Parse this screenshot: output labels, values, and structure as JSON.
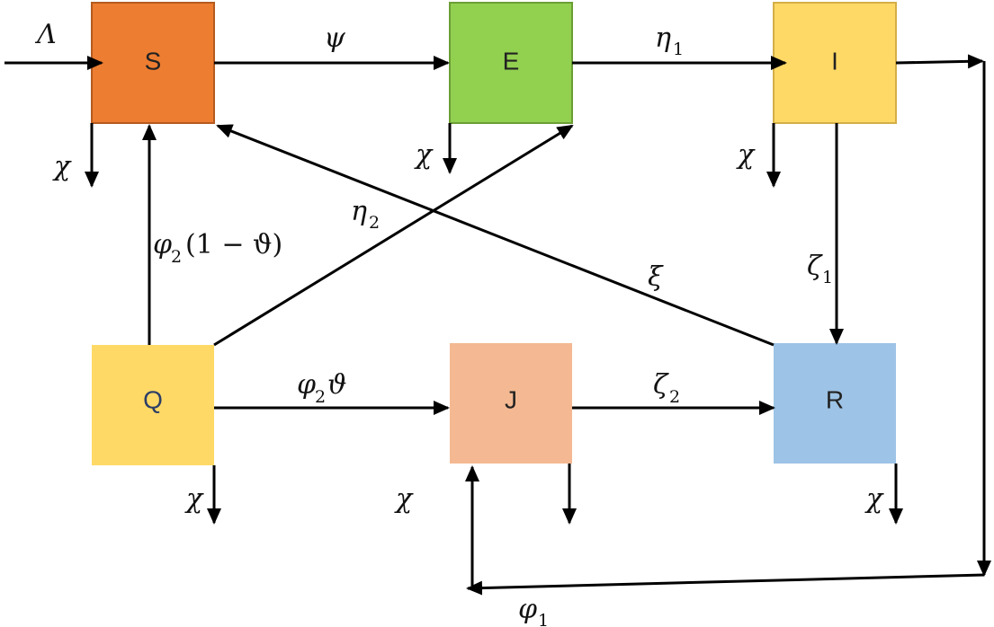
{
  "nodes": {
    "S": {
      "label": "S",
      "color": "#ED7D31"
    },
    "E": {
      "label": "E",
      "color": "#92D050"
    },
    "I": {
      "label": "I",
      "color": "#FFD966"
    },
    "Q": {
      "label": "Q",
      "color": "#FFD966"
    },
    "J": {
      "label": "J",
      "color": "#F4B992"
    },
    "R": {
      "label": "R",
      "color": "#9DC3E6"
    }
  },
  "box_stroke_colors": {
    "S": "#B55A1F",
    "E": "#6B9E35",
    "I": "#D4AE47"
  },
  "rates": {
    "lambda": "Λ",
    "psi": "ψ",
    "eta1": {
      "base": "η",
      "sub": "1"
    },
    "eta2": {
      "base": "η",
      "sub": "2"
    },
    "zeta1": {
      "base": "ζ",
      "sub": "1"
    },
    "zeta2": {
      "base": "ζ",
      "sub": "2"
    },
    "xi": "ξ",
    "phi1": {
      "base": "φ",
      "sub": "1"
    },
    "phi2_one_minus_theta": {
      "base": "φ",
      "sub": "2",
      "tail": "(1 − ϑ)"
    },
    "phi2_theta": {
      "base": "φ",
      "sub": "2",
      "tail": "ϑ"
    },
    "chi": "χ"
  }
}
